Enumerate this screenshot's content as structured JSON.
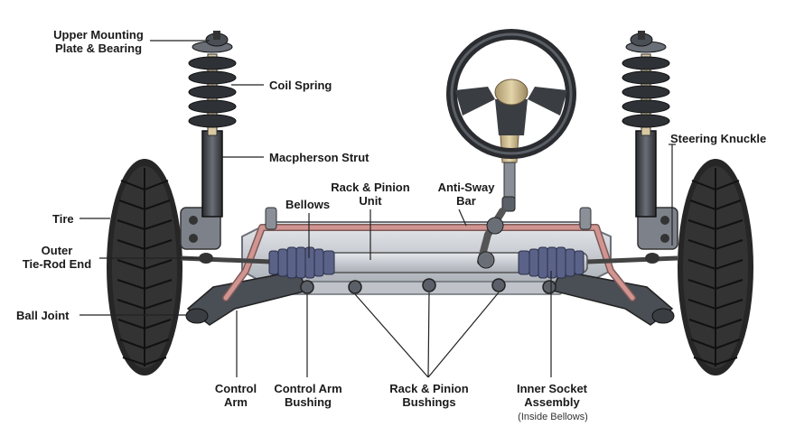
{
  "labels": {
    "upper_mounting": [
      "Upper Mounting",
      "Plate & Bearing"
    ],
    "coil_spring": "Coil Spring",
    "macpherson_strut": "Macpherson Strut",
    "tire": "Tire",
    "outer_tie_rod": [
      "Outer",
      "Tie-Rod End"
    ],
    "ball_joint": "Ball Joint",
    "bellows": "Bellows",
    "rack_pinion_unit": [
      "Rack & Pinion",
      "Unit"
    ],
    "anti_sway_bar": [
      "Anti-Sway",
      "Bar"
    ],
    "steering_knuckle": "Steering Knuckle",
    "control_arm": [
      "Control",
      "Arm"
    ],
    "control_arm_bushing": [
      "Control Arm",
      "Bushing"
    ],
    "rack_pinion_bushings": [
      "Rack & Pinion",
      "Bushings"
    ],
    "inner_socket": [
      "Inner Socket",
      "Assembly"
    ],
    "inner_socket_note": "(Inside Bellows)"
  },
  "colors": {
    "tire": "#2b2b2b",
    "tread": "#555555",
    "frame": "#9aa0a8",
    "strut": "#3a3d42",
    "spring": "#2e3136",
    "sway_bar": "#c98a86",
    "bellows": "#5a6288",
    "steering_column": "#c8b48a",
    "leader": "#222222"
  }
}
